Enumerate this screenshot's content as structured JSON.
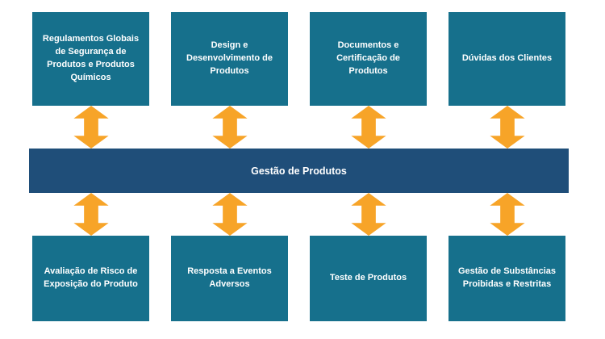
{
  "colors": {
    "background": "#FFFFFF",
    "box_teal": "#16708C",
    "bar_navy": "#1F4E79",
    "arrow_orange": "#F7A428",
    "text_white": "#FFFFFF"
  },
  "diagram": {
    "center_bar": {
      "label": "Gestão de Produtos"
    },
    "top_boxes": [
      {
        "label": "Regulamentos Globais de Segurança de Produtos e Produtos Químicos"
      },
      {
        "label": "Design e Desenvolvimento de Produtos"
      },
      {
        "label": "Documentos e Certificação de Produtos"
      },
      {
        "label": "Dúvidas dos Clientes"
      }
    ],
    "bottom_boxes": [
      {
        "label": "Avaliação de Risco de Exposição do Produto"
      },
      {
        "label": "Resposta a Eventos Adversos"
      },
      {
        "label": "Teste de Produtos"
      },
      {
        "label": "Gestão de Substâncias Proibidas e Restritas"
      }
    ]
  }
}
